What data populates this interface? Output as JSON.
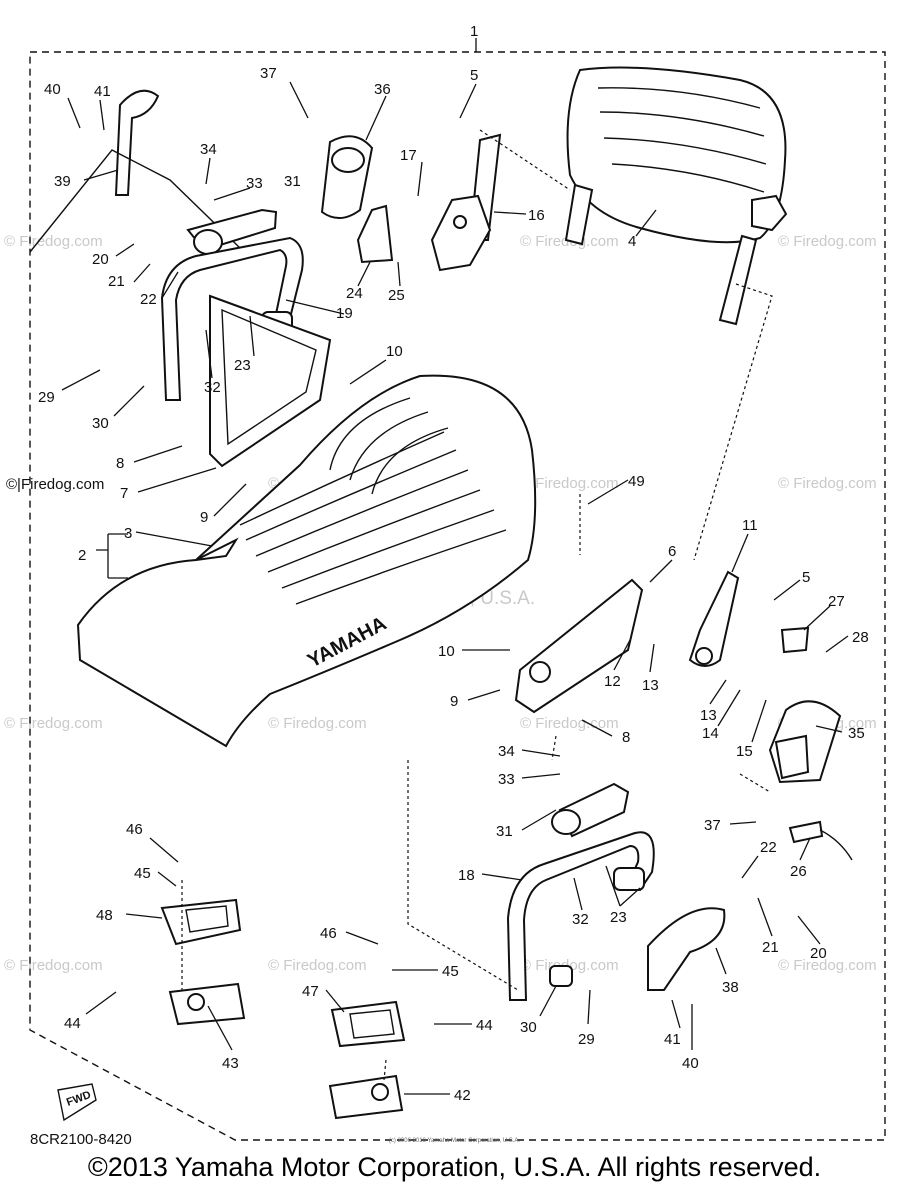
{
  "diagram": {
    "assembly_number": "1",
    "model_code": "8CR2100-8420",
    "fwd_label": "FWD",
    "seat_brand": "YAMAHA",
    "watermarks": {
      "firedog": "© Firedog.com",
      "firedog_left": "©|Firedog.com",
      "center": "Yamaha Motor Corp, U.S.A."
    },
    "callouts": [
      {
        "id": "c40a",
        "label": "40"
      },
      {
        "id": "c41a",
        "label": "41"
      },
      {
        "id": "c39",
        "label": "39"
      },
      {
        "id": "c37a",
        "label": "37"
      },
      {
        "id": "c36",
        "label": "36"
      },
      {
        "id": "c5a",
        "label": "5"
      },
      {
        "id": "c34a",
        "label": "34"
      },
      {
        "id": "c33a",
        "label": "33"
      },
      {
        "id": "c31a",
        "label": "31"
      },
      {
        "id": "c17",
        "label": "17"
      },
      {
        "id": "c16",
        "label": "16"
      },
      {
        "id": "c4",
        "label": "4"
      },
      {
        "id": "c20a",
        "label": "20"
      },
      {
        "id": "c21a",
        "label": "21"
      },
      {
        "id": "c22a",
        "label": "22"
      },
      {
        "id": "c24",
        "label": "24"
      },
      {
        "id": "c25",
        "label": "25"
      },
      {
        "id": "c19",
        "label": "19"
      },
      {
        "id": "c23a",
        "label": "23"
      },
      {
        "id": "c32a",
        "label": "32"
      },
      {
        "id": "c10a",
        "label": "10"
      },
      {
        "id": "c29a",
        "label": "29"
      },
      {
        "id": "c30a",
        "label": "30"
      },
      {
        "id": "c8a",
        "label": "8"
      },
      {
        "id": "c7",
        "label": "7"
      },
      {
        "id": "c9a",
        "label": "9"
      },
      {
        "id": "c49",
        "label": "49"
      },
      {
        "id": "c3",
        "label": "3"
      },
      {
        "id": "c2",
        "label": "2"
      },
      {
        "id": "c6",
        "label": "6"
      },
      {
        "id": "c11",
        "label": "11"
      },
      {
        "id": "c5b",
        "label": "5"
      },
      {
        "id": "c27",
        "label": "27"
      },
      {
        "id": "c28",
        "label": "28"
      },
      {
        "id": "c10b",
        "label": "10"
      },
      {
        "id": "c12",
        "label": "12"
      },
      {
        "id": "c13a",
        "label": "13"
      },
      {
        "id": "c9b",
        "label": "9"
      },
      {
        "id": "c13b",
        "label": "13"
      },
      {
        "id": "c14",
        "label": "14"
      },
      {
        "id": "c15",
        "label": "15"
      },
      {
        "id": "c35",
        "label": "35"
      },
      {
        "id": "c8b",
        "label": "8"
      },
      {
        "id": "c34b",
        "label": "34"
      },
      {
        "id": "c33b",
        "label": "33"
      },
      {
        "id": "c31b",
        "label": "31"
      },
      {
        "id": "c37b",
        "label": "37"
      },
      {
        "id": "c26",
        "label": "26"
      },
      {
        "id": "c46a",
        "label": "46"
      },
      {
        "id": "c45a",
        "label": "45"
      },
      {
        "id": "c48",
        "label": "48"
      },
      {
        "id": "c18",
        "label": "18"
      },
      {
        "id": "c22b",
        "label": "22"
      },
      {
        "id": "c32b",
        "label": "32"
      },
      {
        "id": "c23b",
        "label": "23"
      },
      {
        "id": "c21b",
        "label": "21"
      },
      {
        "id": "c20b",
        "label": "20"
      },
      {
        "id": "c46b",
        "label": "46"
      },
      {
        "id": "c45b",
        "label": "45"
      },
      {
        "id": "c47",
        "label": "47"
      },
      {
        "id": "c44a",
        "label": "44"
      },
      {
        "id": "c44b",
        "label": "44"
      },
      {
        "id": "c43",
        "label": "43"
      },
      {
        "id": "c38",
        "label": "38"
      },
      {
        "id": "c30b",
        "label": "30"
      },
      {
        "id": "c29b",
        "label": "29"
      },
      {
        "id": "c41b",
        "label": "41"
      },
      {
        "id": "c40b",
        "label": "40"
      },
      {
        "id": "c42",
        "label": "42"
      }
    ]
  },
  "footer": {
    "copyright": "©2013 Yamaha Motor Corporation, U.S.A. All rights reserved.",
    "fine_print": "(c) 2006 2016 Yamaha Motor Corporation, U.S.A."
  },
  "colors": {
    "ink": "#111111",
    "paper": "#ffffff",
    "watermark": "#c9c9c9"
  }
}
